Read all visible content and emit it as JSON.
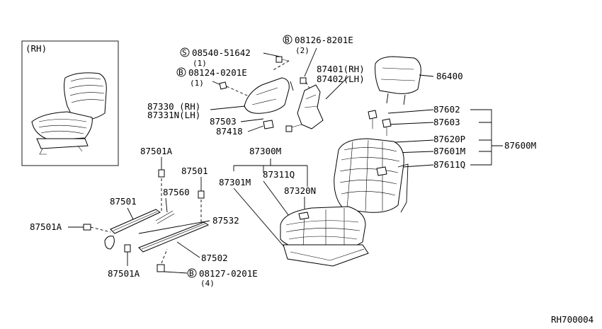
{
  "inset": {
    "label": "(RH)"
  },
  "labels": {
    "s08540": "08540-51642",
    "s08540_qty": "(1)",
    "b08124": "08124-0201E",
    "b08124_qty": "(1)",
    "b08126": "08126-8201E",
    "b08126_qty": "(2)",
    "b08127": "08127-0201E",
    "b08127_qty": "(4)",
    "p87401": "87401(RH)",
    "p87402": "87402(LH)",
    "p86400": "86400",
    "p87330": "87330 (RH)",
    "p87331": "87331N(LH)",
    "p87503": "87503",
    "p87418": "87418",
    "p87602": "87602",
    "p87603": "87603",
    "p87620": "87620P",
    "p87601": "87601M",
    "p87611": "87611Q",
    "p87600": "87600M",
    "p87300": "87300M",
    "p87301": "87301M",
    "p87311": "87311Q",
    "p87320": "87320N",
    "p87501a_top": "87501A",
    "p87501_r": "87501",
    "p87501_l": "87501",
    "p87560": "87560",
    "p87532": "87532",
    "p87502": "87502",
    "p87501a_left": "87501A",
    "p87501a_bot": "87501A",
    "ref": "RH700004"
  },
  "markers": {
    "screw": "S",
    "bolt": "B"
  }
}
